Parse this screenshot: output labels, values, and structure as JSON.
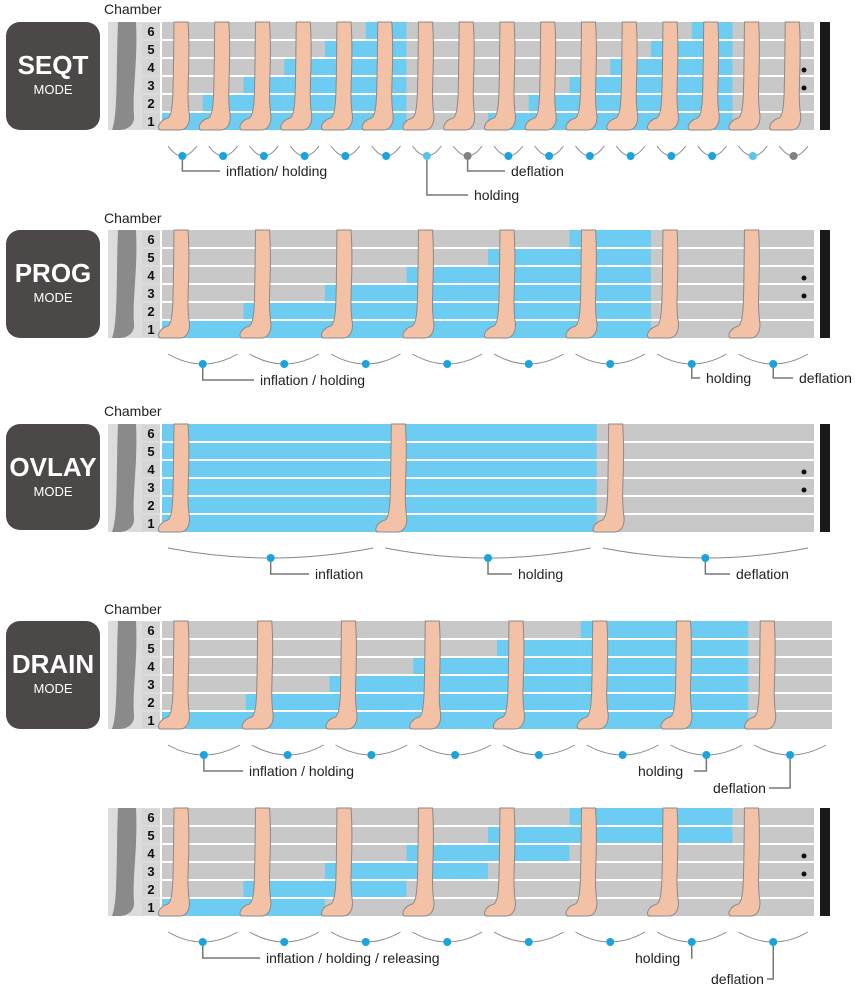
{
  "colors": {
    "inflated": "#6cccf2",
    "deflated": "#c8c8c8",
    "mode_box": "#4b4847",
    "dot_active": "#1aa3dc",
    "dot_light": "#5bc2ea",
    "dot_deflation": "#808080",
    "leg_skin": "#f2c1a6",
    "bar": "#1a1a1a"
  },
  "chamber_label": "Chamber",
  "chamber_numbers": [
    "6",
    "5",
    "4",
    "3",
    "2",
    "1"
  ],
  "panels": [
    {
      "mode_name": "SEQT",
      "mode_sub": "MODE",
      "chamber_label": "Chamber",
      "num_steps": 16,
      "inflated_count": [
        1,
        2,
        3,
        4,
        5,
        6,
        0,
        0,
        1,
        2,
        3,
        4,
        5,
        6,
        0,
        0
      ],
      "dot_types": [
        "active",
        "active",
        "active",
        "active",
        "active",
        "active",
        "light",
        "deflation",
        "active",
        "active",
        "active",
        "active",
        "active",
        "active",
        "light",
        "deflation"
      ],
      "has_end_bar": true,
      "labels": [
        {
          "key": "inflation_holding",
          "text": "inflation/ holding"
        },
        {
          "key": "holding",
          "text": "holding"
        },
        {
          "key": "deflation",
          "text": "deflation"
        }
      ]
    },
    {
      "mode_name": "PROG",
      "mode_sub": "MODE",
      "chamber_label": "Chamber",
      "num_steps": 8,
      "inflated_count": [
        1,
        2,
        3,
        4,
        5,
        6,
        0,
        0
      ],
      "dot_types": [
        "active",
        "active",
        "active",
        "active",
        "active",
        "active",
        "active",
        "active"
      ],
      "has_end_bar": true,
      "labels": [
        {
          "key": "inflation_holding",
          "text": "inflation / holding"
        },
        {
          "key": "holding",
          "text": "holding"
        },
        {
          "key": "deflation",
          "text": "deflation"
        }
      ]
    },
    {
      "mode_name": "OVLAY",
      "mode_sub": "MODE",
      "chamber_label": "Chamber",
      "num_steps": 3,
      "inflated_count": [
        6,
        6,
        0
      ],
      "dot_types": [
        "active",
        "active",
        "active"
      ],
      "has_end_bar": true,
      "labels": [
        {
          "key": "inflation",
          "text": "inflation"
        },
        {
          "key": "holding",
          "text": "holding"
        },
        {
          "key": "deflation",
          "text": "deflation"
        }
      ]
    },
    {
      "mode_name": "DRAIN",
      "mode_sub": "MODE",
      "chamber_label": "Chamber",
      "num_steps": 8,
      "inflated_count": [
        1,
        2,
        3,
        4,
        5,
        6,
        6,
        0
      ],
      "dot_types": [
        "active",
        "active",
        "active",
        "active",
        "active",
        "active",
        "active",
        "active"
      ],
      "has_end_bar": false,
      "labels": [
        {
          "key": "inflation_holding",
          "text": "inflation / holding"
        },
        {
          "key": "holding",
          "text": "holding"
        },
        {
          "key": "deflation",
          "text": "deflation"
        }
      ]
    },
    {
      "mode_name": "",
      "mode_sub": "",
      "chamber_label": "",
      "num_steps": 8,
      "inflated_count": [
        1,
        2,
        3,
        4,
        5,
        6,
        6,
        0
      ],
      "released_below": [
        0,
        0,
        1,
        2,
        3,
        4,
        4,
        0
      ],
      "dot_types": [
        "active",
        "active",
        "active",
        "active",
        "active",
        "active",
        "active",
        "active"
      ],
      "has_end_bar": true,
      "labels": [
        {
          "key": "inflation_holding_releasing",
          "text": "inflation / holding / releasing"
        },
        {
          "key": "holding",
          "text": "holding"
        },
        {
          "key": "deflation",
          "text": "deflation"
        }
      ]
    }
  ]
}
